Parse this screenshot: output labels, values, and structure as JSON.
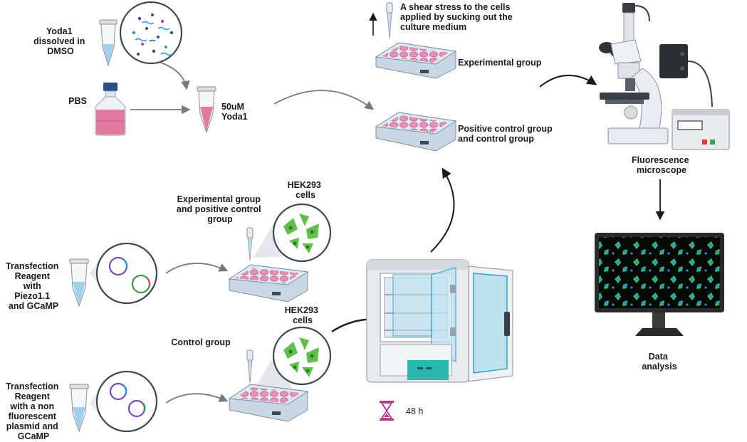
{
  "labels": {
    "yoda1_dmso": [
      "Yoda1",
      "dissolved in",
      "DMSO"
    ],
    "pbs": "PBS",
    "yoda1_50um": [
      "50uM",
      "Yoda1"
    ],
    "shear_stress": [
      "A shear stress to the cells",
      "applied by sucking out the",
      "culture medium"
    ],
    "experimental_group": "Experimental group",
    "positive_control_group": [
      "Positive control group",
      "and control group"
    ],
    "fluorescence_microscope": [
      "Fluorescence",
      "microscope"
    ],
    "exp_pos_control": [
      "Experimental group",
      "and positive control",
      "group"
    ],
    "hek293_top": [
      "HEK293",
      "cells"
    ],
    "hek293_bottom": [
      "HEK293",
      "cells"
    ],
    "transfection_piezo": [
      "Transfection",
      "Reagent",
      "with",
      "Piezo1.1",
      "and GCaMP"
    ],
    "control_group": "Control group",
    "transfection_nonfluor": [
      "Transfection",
      "Reagent",
      "with a non",
      "fluorescent",
      "plasmid and",
      "GCaMP"
    ],
    "incubation_time": "48 h",
    "data_analysis": [
      "Data",
      "analysis"
    ]
  },
  "colors": {
    "arrow_gray": "#7a7a7a",
    "arrow_black": "#1a1a1a",
    "media_pink": "#e27aa0",
    "well_pink": "#ec8fb4",
    "plate_blue": "#dfe9f4",
    "tube_blue": "#9fd0ec",
    "cell_green": "#5fbf4a",
    "nucleus_blue": "#2f8fe6",
    "incubator_teal": "#2bb7ad",
    "timer_purple": "#b03c8e",
    "monitor_dark": "#2a2a2a"
  },
  "icons": [
    "microcentrifuge-tube",
    "pbs-bottle",
    "well-plate",
    "pipette",
    "magnifier-bubble",
    "plasmid",
    "hek293-cells",
    "incubator",
    "hourglass-icon",
    "fluorescence-microscope",
    "monitor"
  ]
}
